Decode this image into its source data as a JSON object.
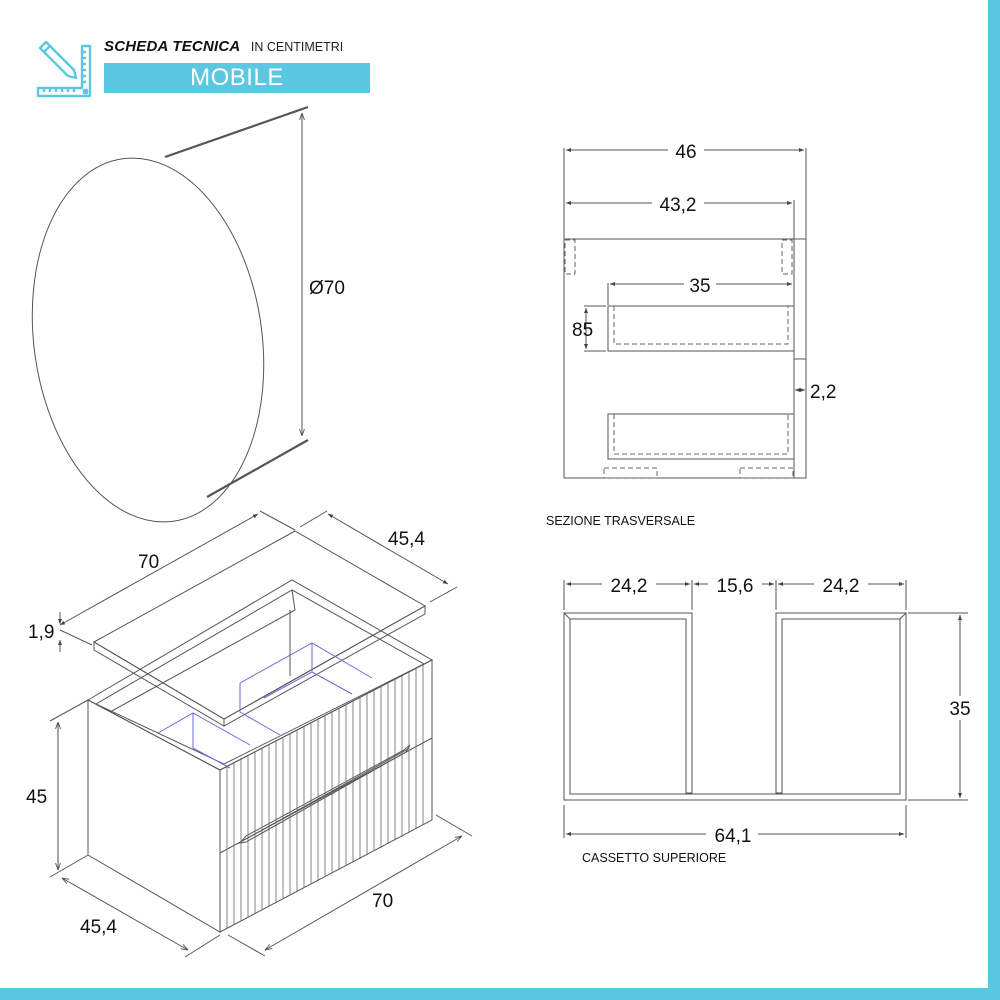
{
  "header": {
    "title": "SCHEDA TECNICA",
    "unit_note": "IN CENTIMETRI",
    "product": "MOBILE",
    "logo_icon": "pencil-ruler-icon"
  },
  "colors": {
    "accent": "#5bc7e0",
    "line": "#555555",
    "hidden_parts": "#6b6be0"
  },
  "mirror": {
    "diameter_label": "Ø70"
  },
  "cabinet_iso": {
    "top_width": "70",
    "top_depth": "45,4",
    "top_thickness": "1,9",
    "height": "45",
    "base_depth": "45,4",
    "base_width": "70"
  },
  "cross_section": {
    "caption": "SEZIONE TRASVERSALE",
    "overall_depth": "46",
    "inner_depth": "43,2",
    "drawer_depth": "35",
    "drawer_height": "85",
    "front_thickness": "2,2"
  },
  "top_drawer": {
    "caption": "CASSETTO SUPERIORE",
    "left_width": "24,2",
    "gap_width": "15,6",
    "right_width": "24,2",
    "total_width": "64,1",
    "height": "35"
  }
}
